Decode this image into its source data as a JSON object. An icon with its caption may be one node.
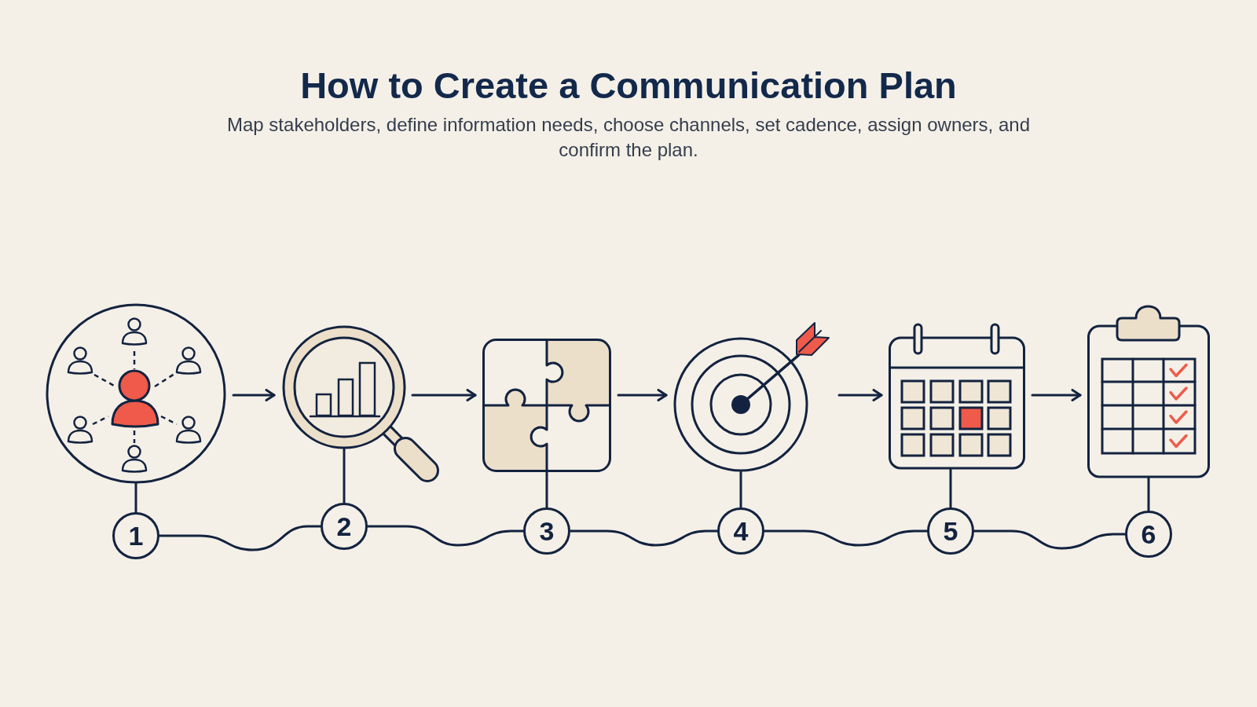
{
  "diagram": {
    "title": "How to Create a Communication Plan",
    "nodes": [
      {
        "text": [],
        "shape": "picture"
      },
      {
        "text": [],
        "shape": "picture"
      },
      {
        "text": [],
        "shape": "picture"
      },
      {
        "text": [],
        "shape": "picture"
      },
      {
        "text": [],
        "shape": "picture"
      },
      {
        "text": [],
        "shape": "picture"
      },
      {
        "text": [
          "1"
        ]
      },
      {
        "text": [
          "2"
        ]
      },
      {
        "text": [
          "3"
        ]
      },
      {
        "text": [
          "4"
        ]
      },
      {
        "text": [
          "5"
        ]
      },
      {
        "text": [
          "6"
        ]
      }
    ],
    "edges": [
      {
        "from": 0,
        "to": 1,
        "arrow": "to"
      },
      {
        "from": 1,
        "to": 2,
        "arrow": "to"
      },
      {
        "from": 2,
        "to": 3,
        "arrow": "to"
      },
      {
        "from": 3,
        "to": 4,
        "arrow": "to"
      },
      {
        "from": 4,
        "to": 5,
        "arrow": "to"
      },
      {
        "from": 0,
        "to": 6,
        "arrow": "none"
      },
      {
        "from": 1,
        "to": 7,
        "arrow": "none"
      },
      {
        "from": 2,
        "to": 8,
        "arrow": "none"
      },
      {
        "from": 3,
        "to": 9,
        "arrow": "none"
      },
      {
        "from": 4,
        "to": 10,
        "arrow": "none"
      },
      {
        "from": 5,
        "to": 11,
        "arrow": "none"
      },
      {
        "from": 6,
        "to": 7,
        "arrow": "none"
      },
      {
        "from": 7,
        "to": 8,
        "arrow": "none"
      },
      {
        "from": 8,
        "to": 9,
        "arrow": "none"
      },
      {
        "from": 9,
        "to": 10,
        "arrow": "none"
      },
      {
        "from": 10,
        "to": 11,
        "arrow": "none"
      }
    ],
    "labels": [
      "Map stakeholders, define information needs, choose channels, set cadence, assign owners, and confirm the plan."
    ]
  }
}
